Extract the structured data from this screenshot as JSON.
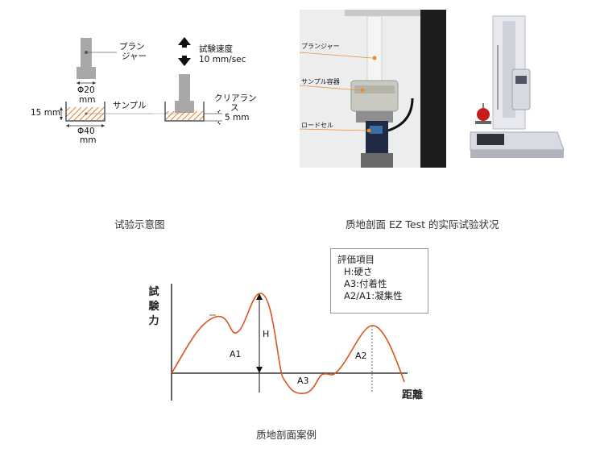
{
  "schematic": {
    "plunger_label_line1": "プラン",
    "plunger_label_line2": "ジャー",
    "speed_label": "試験速度",
    "speed_value": "10 mm/sec",
    "plunger_diameter": "Φ20",
    "plunger_diameter_unit": "mm",
    "depth_label": "15 mm",
    "sample_label": "サンプル",
    "clearance_label_line1": "クリアラン",
    "clearance_label_line2": "ス",
    "clearance_value": "5 mm",
    "cup_diameter": "Φ40",
    "cup_diameter_unit": "mm",
    "caption": "试验示意图"
  },
  "photo": {
    "label_plunger": "プランジャー",
    "label_container": "サンプル容器",
    "label_loadcell": "ロードセル",
    "caption": "质地剖面 EZ Test 的实际试验状况"
  },
  "legend": {
    "title": "評価項目",
    "item_h": "H:硬さ",
    "item_a3": "A3:付着性",
    "item_ratio": "A2/A1:凝集性"
  },
  "profile": {
    "y_label_chars": [
      "試",
      "験",
      "力"
    ],
    "x_label": "距離",
    "label_h": "H",
    "label_a1": "A1",
    "label_a2": "A2",
    "label_a3": "A3",
    "caption": "质地剖面案例"
  },
  "colors": {
    "curve": "#d9541e",
    "hatch": "#e07b2a",
    "axis": "#111111"
  }
}
